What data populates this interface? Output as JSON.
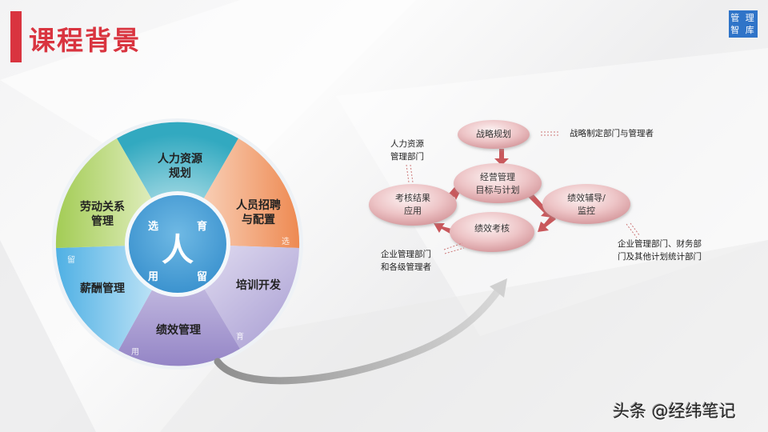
{
  "header": {
    "title": "课程背景",
    "logo_line1": "管 理",
    "logo_line2": "智 库"
  },
  "wheel": {
    "center": "人",
    "inner_words": {
      "top_left": "选",
      "top_right": "育",
      "bottom_left": "用",
      "bottom_right": "留"
    },
    "segments": [
      {
        "id": "hr-planning",
        "line1": "人力资源",
        "line2": "规划",
        "color": "#3fb0c6"
      },
      {
        "id": "recruiting",
        "line1": "人员招聘",
        "line2": "与配置",
        "color": "#f0915e"
      },
      {
        "id": "training",
        "line1": "培训开发",
        "line2": "",
        "color": "#b7aed9"
      },
      {
        "id": "performance",
        "line1": "绩效管理",
        "line2": "",
        "color": "#a99bd0"
      },
      {
        "id": "compensation",
        "line1": "薪酬管理",
        "line2": "",
        "color": "#5bb5e6"
      },
      {
        "id": "labor-relations",
        "line1": "劳动关系",
        "line2": "管理",
        "color": "#a9cf5f"
      }
    ],
    "edge_words": {
      "recruiting": "选",
      "training": "育",
      "performance": "用",
      "compensation": "留"
    }
  },
  "flow": {
    "nodes": [
      {
        "id": "strategy",
        "line1": "战略规划",
        "line2": ""
      },
      {
        "id": "business-goals",
        "line1": "经营管理",
        "line2": "目标与计划"
      },
      {
        "id": "coaching",
        "line1": "绩效辅导/",
        "line2": "监控"
      },
      {
        "id": "appraisal",
        "line1": "绩效考核",
        "line2": ""
      },
      {
        "id": "result-application",
        "line1": "考核结果",
        "line2": "应用"
      }
    ],
    "notes": {
      "strategy": "战略制定部门与管理者",
      "hr_line1": "人力资源",
      "hr_line2": "管理部门",
      "enterprise_line1": "企业管理部门",
      "enterprise_line2": "和各级管理者",
      "finance_line1": "企业管理部门、财务部",
      "finance_line2": "门及其他计划统计部门"
    }
  },
  "watermark": "头条 @经纬笔记"
}
